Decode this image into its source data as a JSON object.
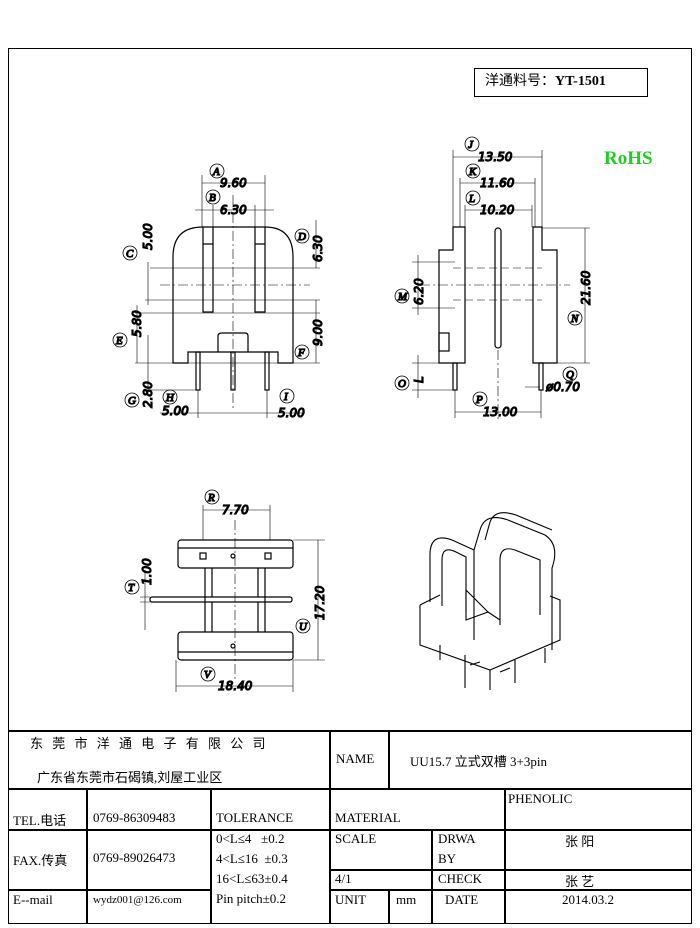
{
  "header": {
    "part_label": "洋通料号：",
    "part_number": "YT-1501",
    "rohs": "RoHS"
  },
  "front_view": {
    "A": {
      "label": "A",
      "value": "9.60"
    },
    "B": {
      "label": "B",
      "value": "6.30"
    },
    "C": {
      "label": "C",
      "value": "5.00"
    },
    "D": {
      "label": "D",
      "value": "6.30"
    },
    "E": {
      "label": "E",
      "value": "5.80"
    },
    "F": {
      "label": "F",
      "value": "9.00"
    },
    "G": {
      "label": "G",
      "value": "2.80"
    },
    "H": {
      "label": "H",
      "value": "5.00"
    },
    "I": {
      "label": "I",
      "value": "5.00"
    }
  },
  "side_view": {
    "J": {
      "label": "J",
      "value": "13.50"
    },
    "K": {
      "label": "K",
      "value": "11.60"
    },
    "L": {
      "label": "L",
      "value": "10.20"
    },
    "M": {
      "label": "M",
      "value": "6.20"
    },
    "N": {
      "label": "N",
      "value": "21.60"
    },
    "O": {
      "label": "O",
      "value": "L"
    },
    "P": {
      "label": "P",
      "value": "13.00"
    },
    "Q": {
      "label": "Q",
      "value": "ø0.70"
    }
  },
  "bottom_view": {
    "R": {
      "label": "R",
      "value": "7.70"
    },
    "T": {
      "label": "T",
      "value": "1.00"
    },
    "U": {
      "label": "U",
      "value": "17.20"
    },
    "V": {
      "label": "V",
      "value": "18.40"
    }
  },
  "title_block": {
    "company": "东 莞 市 洋 通 电 子 有 限 公 司",
    "address": "广东省东莞市石碣镇,刘屋工业区",
    "name_label": "NAME",
    "name_value": "UU15.7 立式双槽 3+3pin",
    "tel_label": "TEL.电话",
    "tel_value": "0769-86309483",
    "fax_label": "FAX.传真",
    "fax_value": "0769-89026473",
    "email_label": "E--mail",
    "email_value": "wydz001@126.com",
    "tolerance_label": "TOLERANCE",
    "tolerances": [
      "0<L≤4   ±0.2",
      "4<L≤16  ±0.3",
      "16<L≤63±0.4",
      "Pin pitch±0.2"
    ],
    "material_label": "MATERIAL",
    "material_value": "PHENOLIC",
    "scale_label": "SCALE",
    "scale_value": "4/1",
    "drawn_label_1": "DRWA",
    "drawn_label_2": "BY",
    "drawn_value": "张 阳",
    "check_label": "CHECK",
    "check_value": "张 艺",
    "unit_label": "UNIT",
    "unit_value": "mm",
    "date_label": "DATE",
    "date_value": "2014.03.2"
  }
}
